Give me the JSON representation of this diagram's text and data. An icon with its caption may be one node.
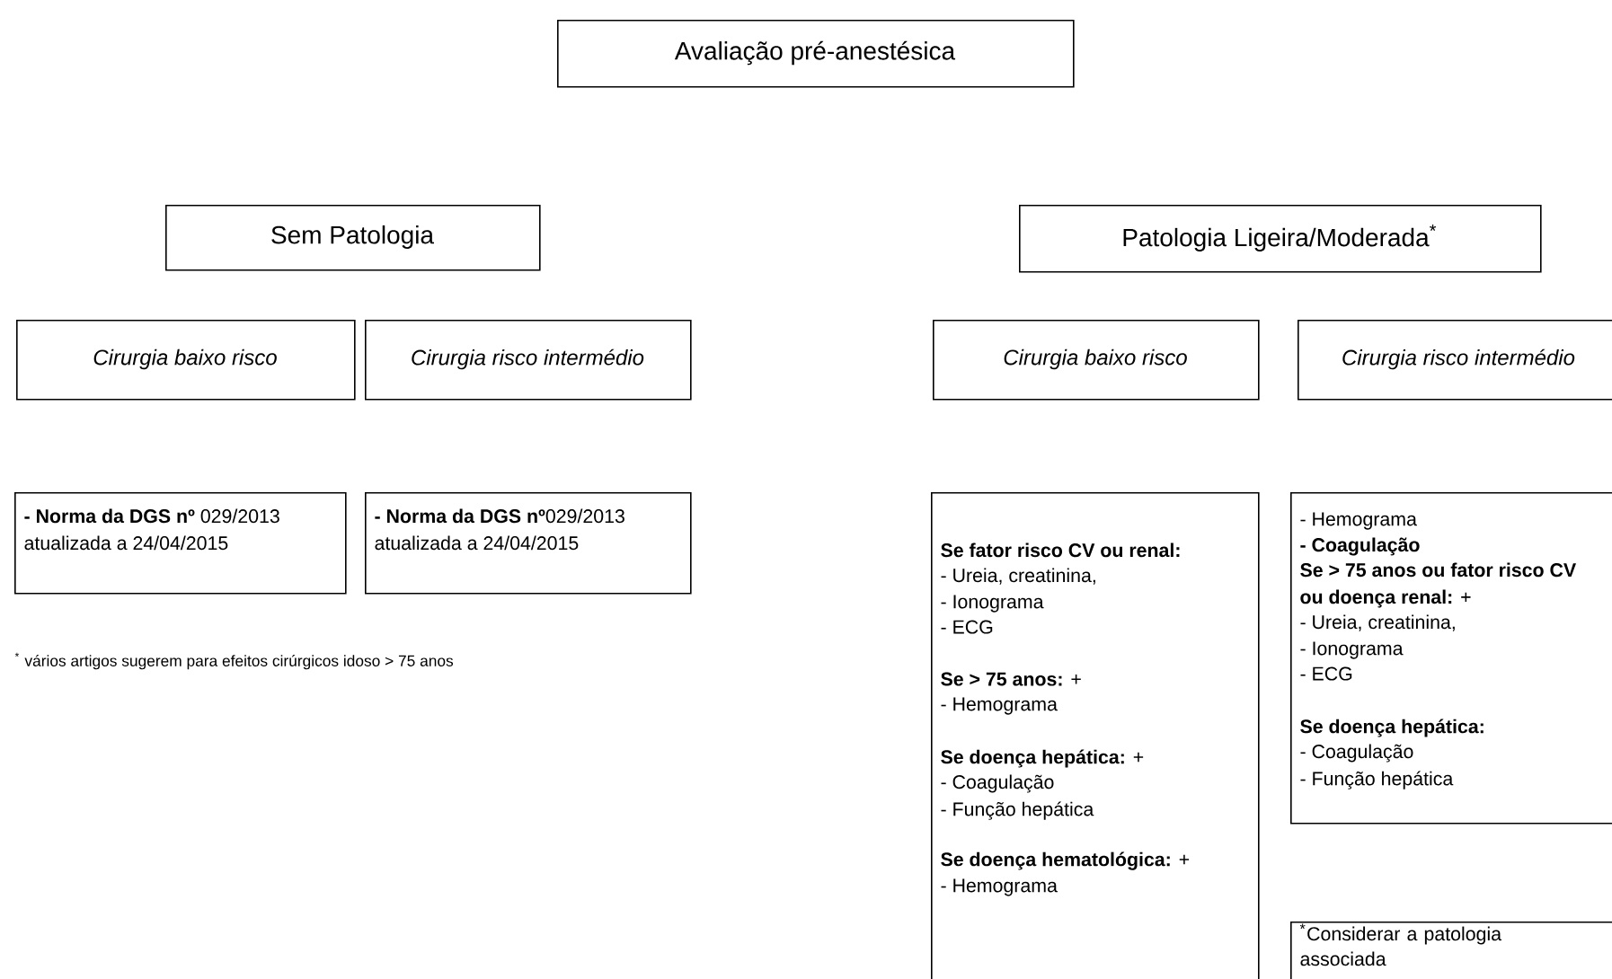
{
  "diagram": {
    "nodes": [
      {
        "text": [
          "Avaliação pré-anestésica"
        ]
      },
      {
        "text": [
          "Sem Patologia"
        ]
      },
      {
        "text": [
          "Patologia Ligeira/Moderada$^{*}$"
        ]
      },
      {
        "text": [
          "Cirurgia baixo risco"
        ]
      },
      {
        "text": [
          "Cirurgia risco intermédio"
        ]
      },
      {
        "text": [
          "Cirurgia baixo risco"
        ]
      },
      {
        "text": [
          "Cirurgia risco intermédio"
        ]
      },
      {
        "text": [
          "**- Norma da DGS nº** 029/2013",
          "atualizada a 24/04/2015"
        ]
      },
      {
        "text": [
          "**- Norma da DGS nº**029/2013",
          "atualizada a 24/04/2015"
        ]
      },
      {
        "text": [
          "**Se fator risco CV ou renal:**",
          "- Ureia, creatinina,",
          "- Ionograma",
          "- ECG",
          "**Se > 75 anos:** +",
          "- Hemograma",
          "**Se doença hepática:** +",
          "- Coagulação",
          "- Função hepática",
          "**Se doença hematológica:** +",
          "- Hemograma"
        ]
      },
      {
        "text": [
          "- Hemograma",
          "**- Coagulação**",
          "**Se > 75 anos ou fator risco CV**",
          "**ou doença renal:** +",
          "- Ureia, creatinina,",
          "- Ionograma",
          "- ECG",
          "**Se doença hepática:**",
          "- Coagulação",
          "- Função hepática"
        ]
      },
      {
        "text": [
          "$^{*}$Considerar a patologia associada"
        ]
      }
    ],
    "labels": [
      "$^{*}$ vários artigos sugerem para efeitos cirúrgicos idoso > 75 anos"
    ]
  }
}
